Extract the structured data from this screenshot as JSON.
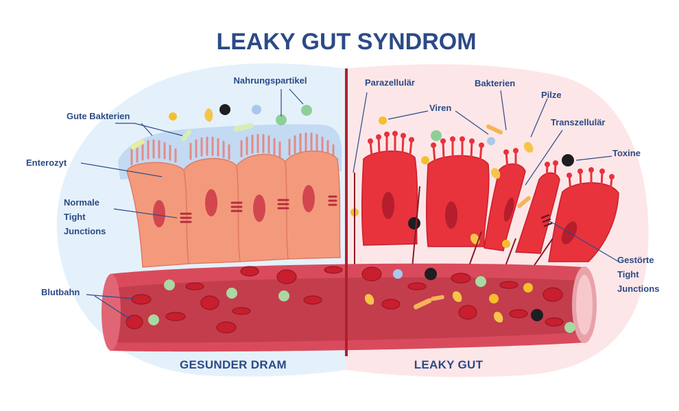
{
  "title": "LEAKY GUT SYNDROM",
  "sections": {
    "healthy": "GESUNDER DRAM",
    "leaky": "LEAKY GUT"
  },
  "labels": {
    "nahrungspartikel": "Nahrungspartikel",
    "gute_bakterien": "Gute Bakterien",
    "enterozyt": "Enterozyt",
    "normale_tj_1": "Normale",
    "normale_tj_2": "Tight",
    "normale_tj_3": "Junctions",
    "blutbahn": "Blutbahn",
    "parazellulaer": "Parazellulär",
    "viren": "Viren",
    "bakterien": "Bakterien",
    "pilze": "Pilze",
    "transzellulaer": "Transzellulär",
    "toxine": "Toxine",
    "gestoerte_tj_1": "Gestörte",
    "gestoerte_tj_2": "Tight",
    "gestoerte_tj_3": "Junctions"
  },
  "colors": {
    "title": "#2c4a86",
    "healthy_bg": "#e4f1fb",
    "leaky_bg": "#fde6e8",
    "healthy_cell": "#f49a7c",
    "leaky_cell": "#e8323c",
    "blood_vessel": "#d94b5c",
    "divider": "#b0202c"
  }
}
